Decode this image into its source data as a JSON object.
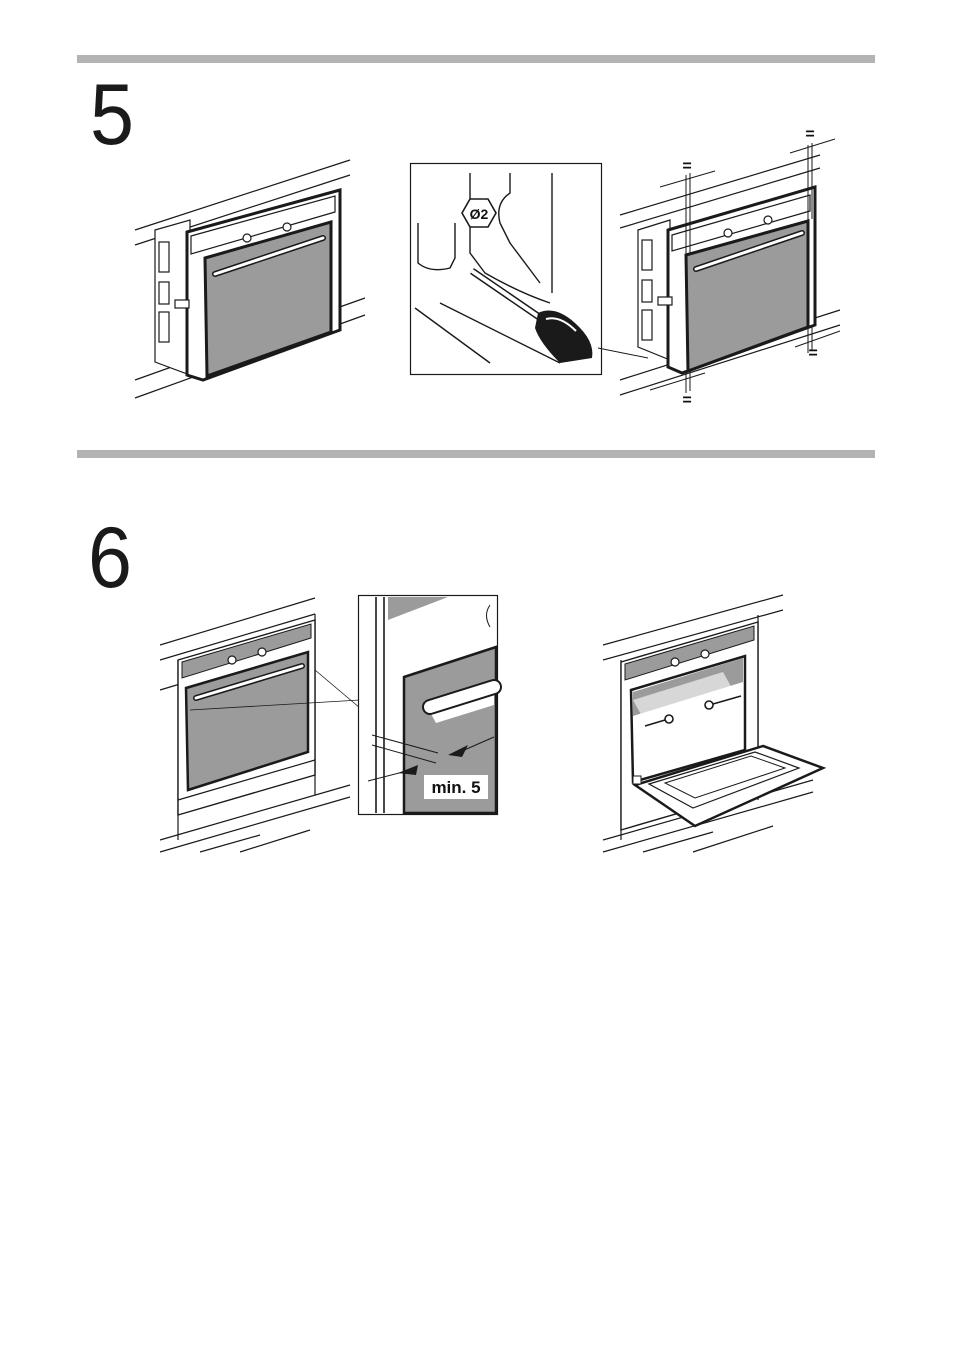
{
  "steps": [
    {
      "number": "5"
    },
    {
      "number": "6"
    }
  ],
  "labels": {
    "diameter": "Ø2",
    "equal_mark": "=",
    "min_gap": "min. 5"
  },
  "colors": {
    "rule": "#b3b3b3",
    "panel_gray": "#9b9b9b",
    "line": "#1a1a1a"
  }
}
